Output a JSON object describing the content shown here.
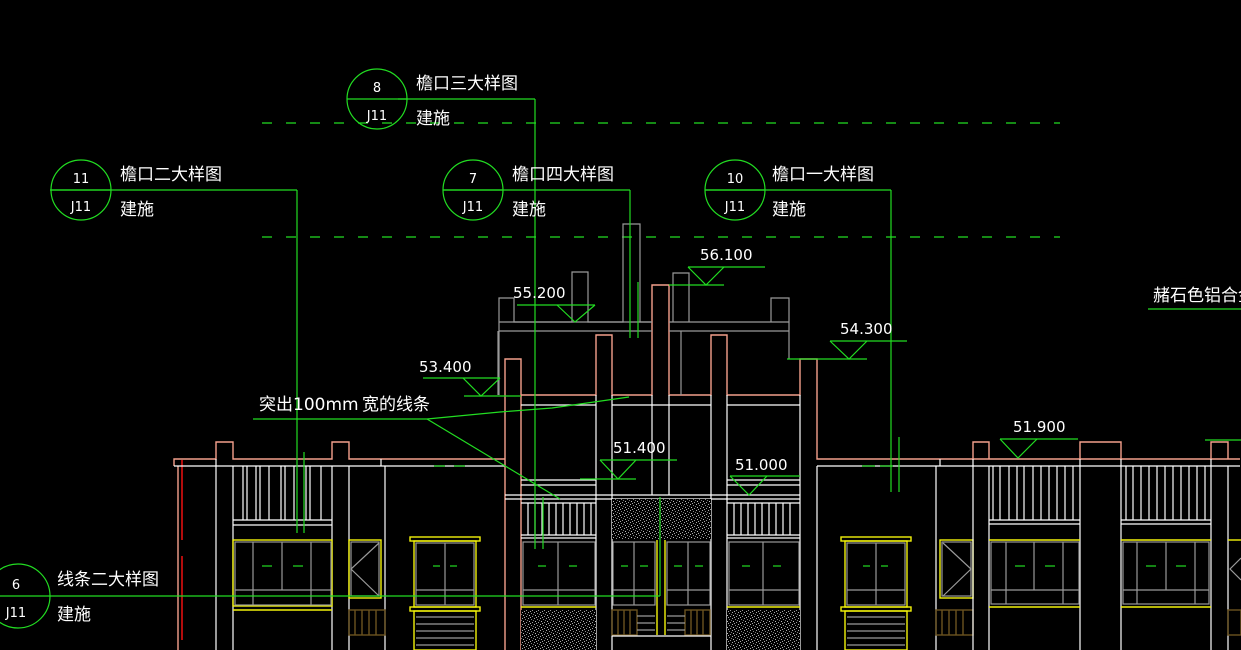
{
  "drawing": {
    "type": "architectural-elevation",
    "layer_colors": {
      "annotation": "#22dd22",
      "outline": "#ffffff",
      "parapet": "#f4a08c",
      "frame": "#9a9a9a",
      "window_trim": "#f2f20a",
      "railing": "#6b5320",
      "axis": "#e01010"
    }
  },
  "detail_callouts": [
    {
      "id": "callout-8",
      "number": "8",
      "sheet": "J11",
      "title": "檐口三大样图",
      "subtitle": "建施"
    },
    {
      "id": "callout-11",
      "number": "11",
      "sheet": "J11",
      "title": "檐口二大样图",
      "subtitle": "建施"
    },
    {
      "id": "callout-7",
      "number": "7",
      "sheet": "J11",
      "title": "檐口四大样图",
      "subtitle": "建施"
    },
    {
      "id": "callout-10",
      "number": "10",
      "sheet": "J11",
      "title": "檐口一大样图",
      "subtitle": "建施"
    },
    {
      "id": "callout-6",
      "number": "6",
      "sheet": "J11",
      "title": "线条二大样图",
      "subtitle": "建施"
    }
  ],
  "elevation_marks": [
    {
      "value": "56.100"
    },
    {
      "value": "55.200"
    },
    {
      "value": "54.300"
    },
    {
      "value": "53.400"
    },
    {
      "value": "51.900"
    },
    {
      "value": "51.400"
    },
    {
      "value": "51.000"
    }
  ],
  "notes": {
    "protrusion_left": "突出100mm",
    "protrusion_right": "宽的线条",
    "material_note": "赭石色铝合金"
  }
}
